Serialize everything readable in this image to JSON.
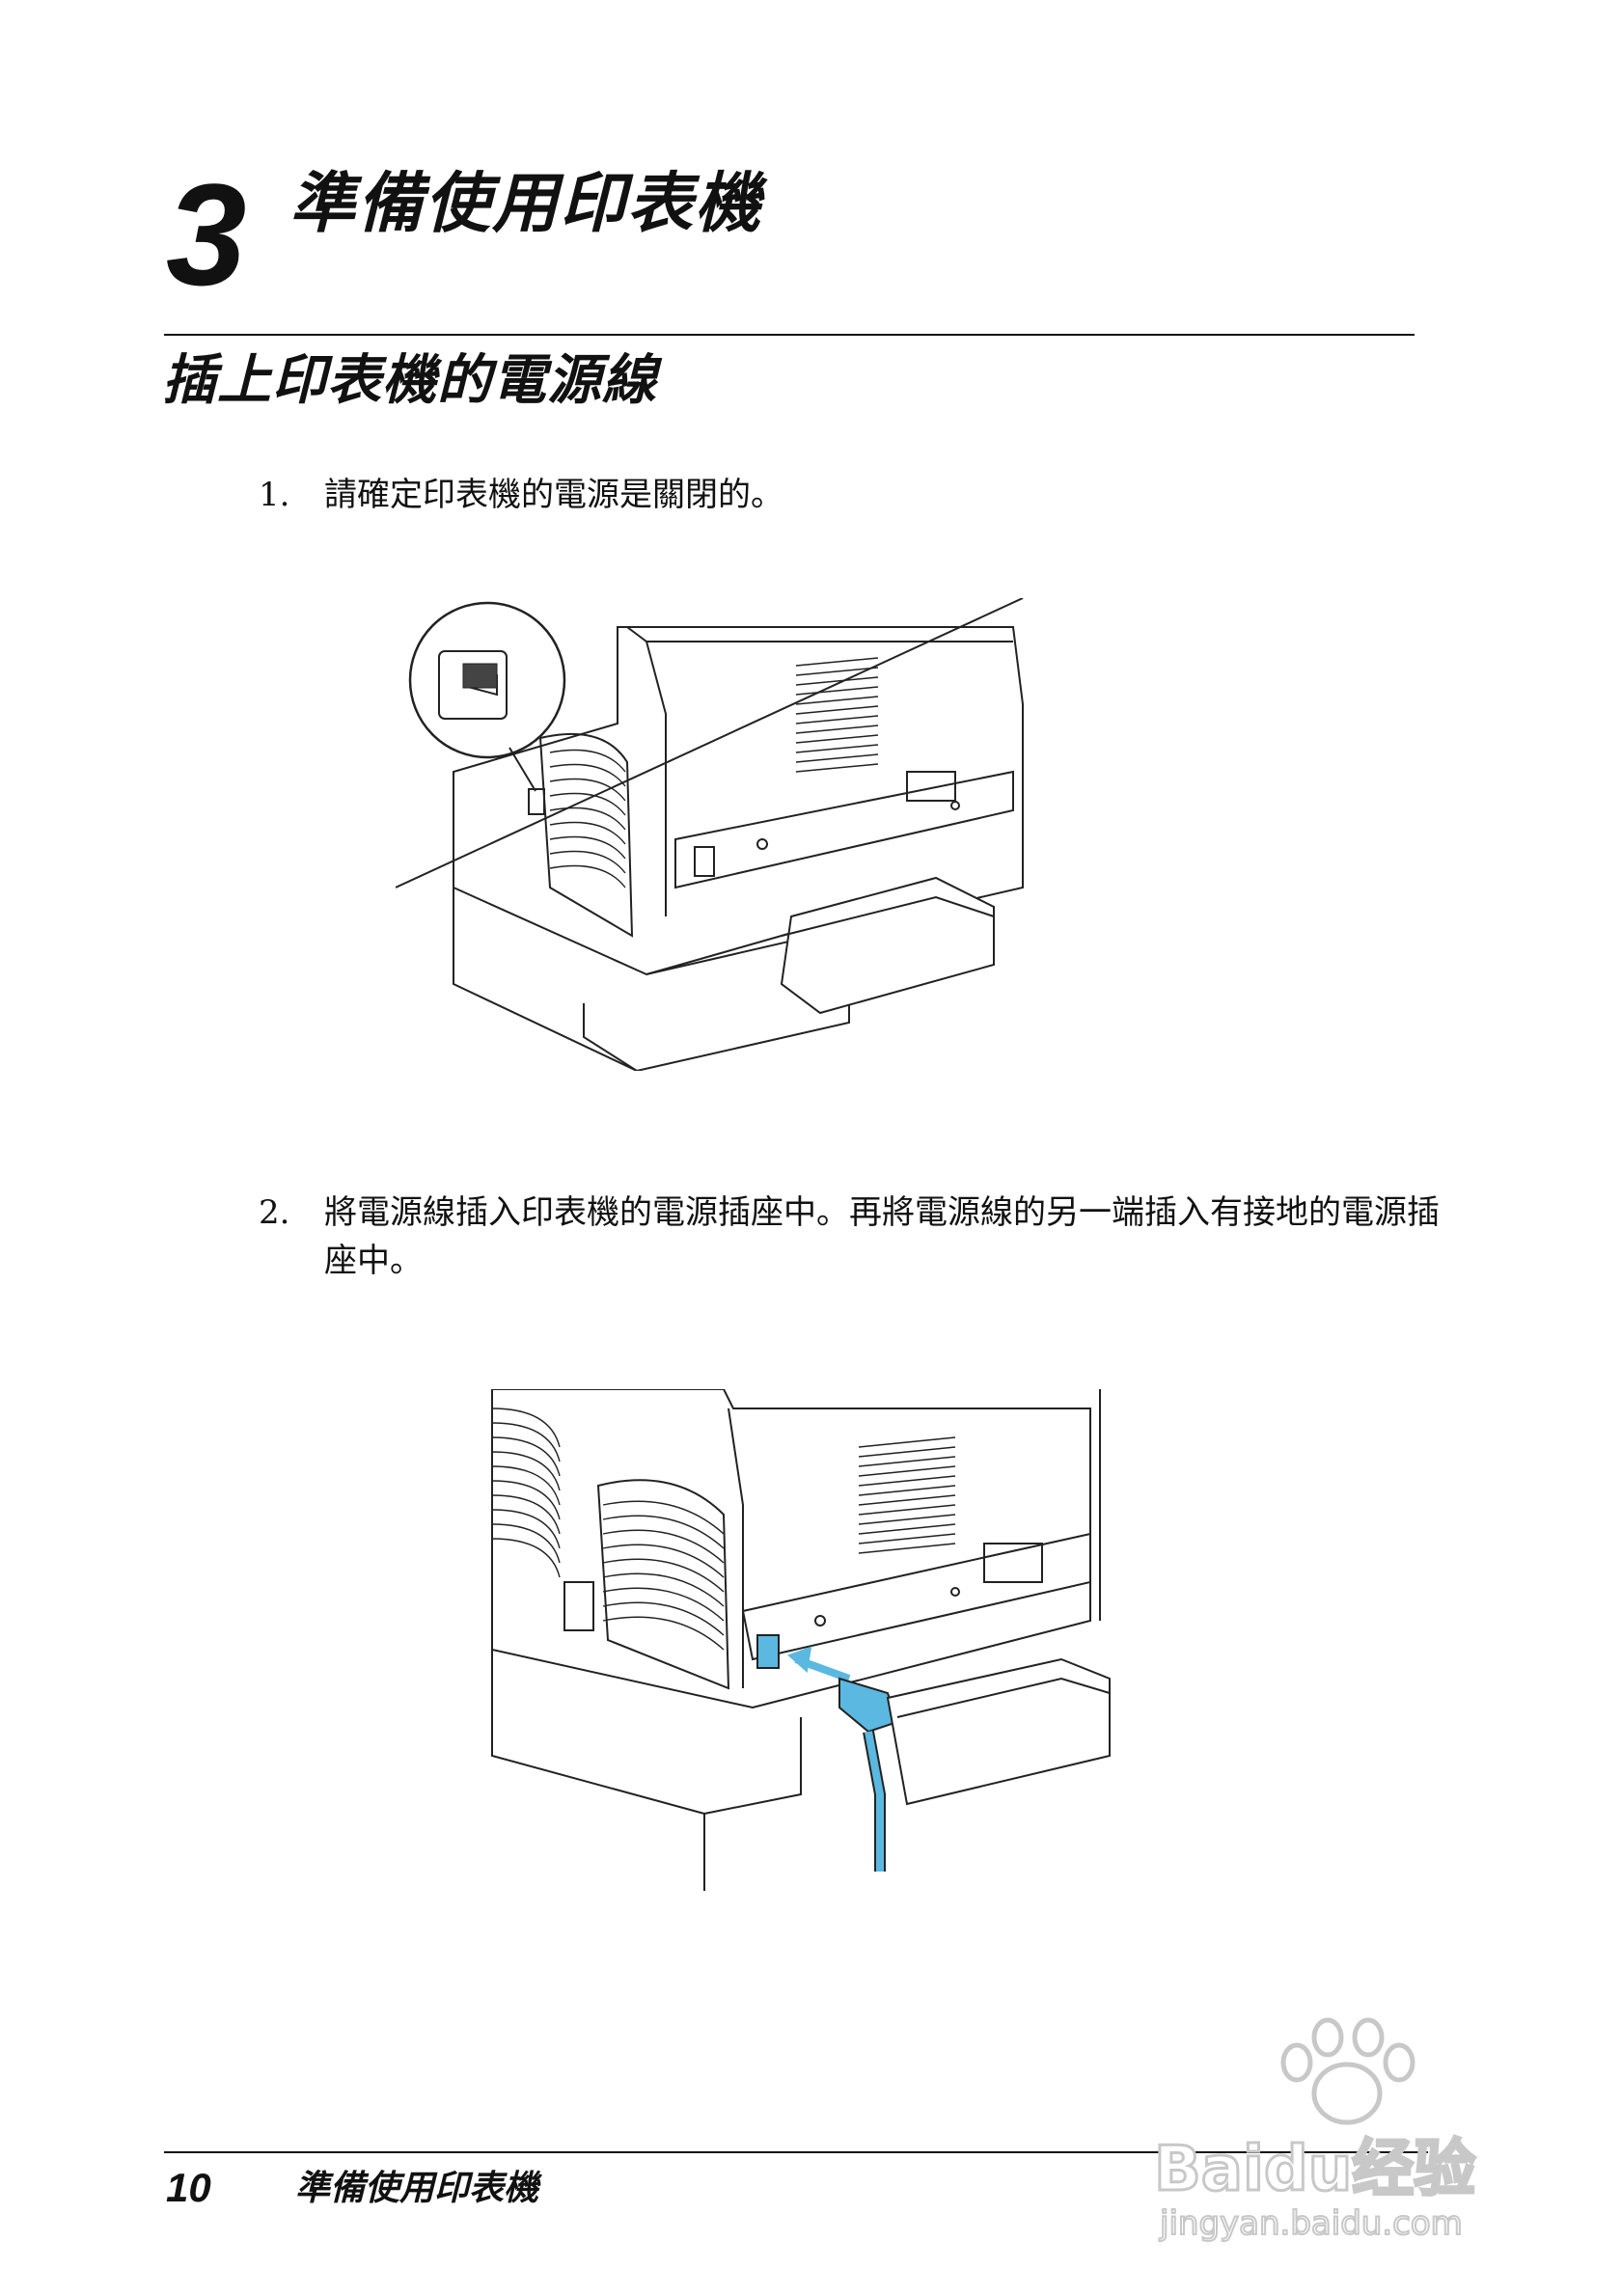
{
  "chapter": {
    "number": "3",
    "title": "準備使用印表機"
  },
  "section": {
    "title": "插上印表機的電源線"
  },
  "steps": [
    {
      "number": "1.",
      "text": "請確定印表機的電源是關閉的。"
    },
    {
      "number": "2.",
      "text": "將電源線插入印表機的電源插座中。再將電源線的另一端插入有接地的電源插座中。"
    }
  ],
  "figures": [
    {
      "icon": "printer-power-switch-illustration"
    },
    {
      "icon": "printer-power-cord-illustration",
      "accent_color": "#5bb8e0"
    }
  ],
  "footer": {
    "page_number": "10",
    "chapter_title": "準備使用印表機"
  },
  "watermark": {
    "brand": "Baidu经验",
    "url": "jingyan.baidu.com"
  }
}
